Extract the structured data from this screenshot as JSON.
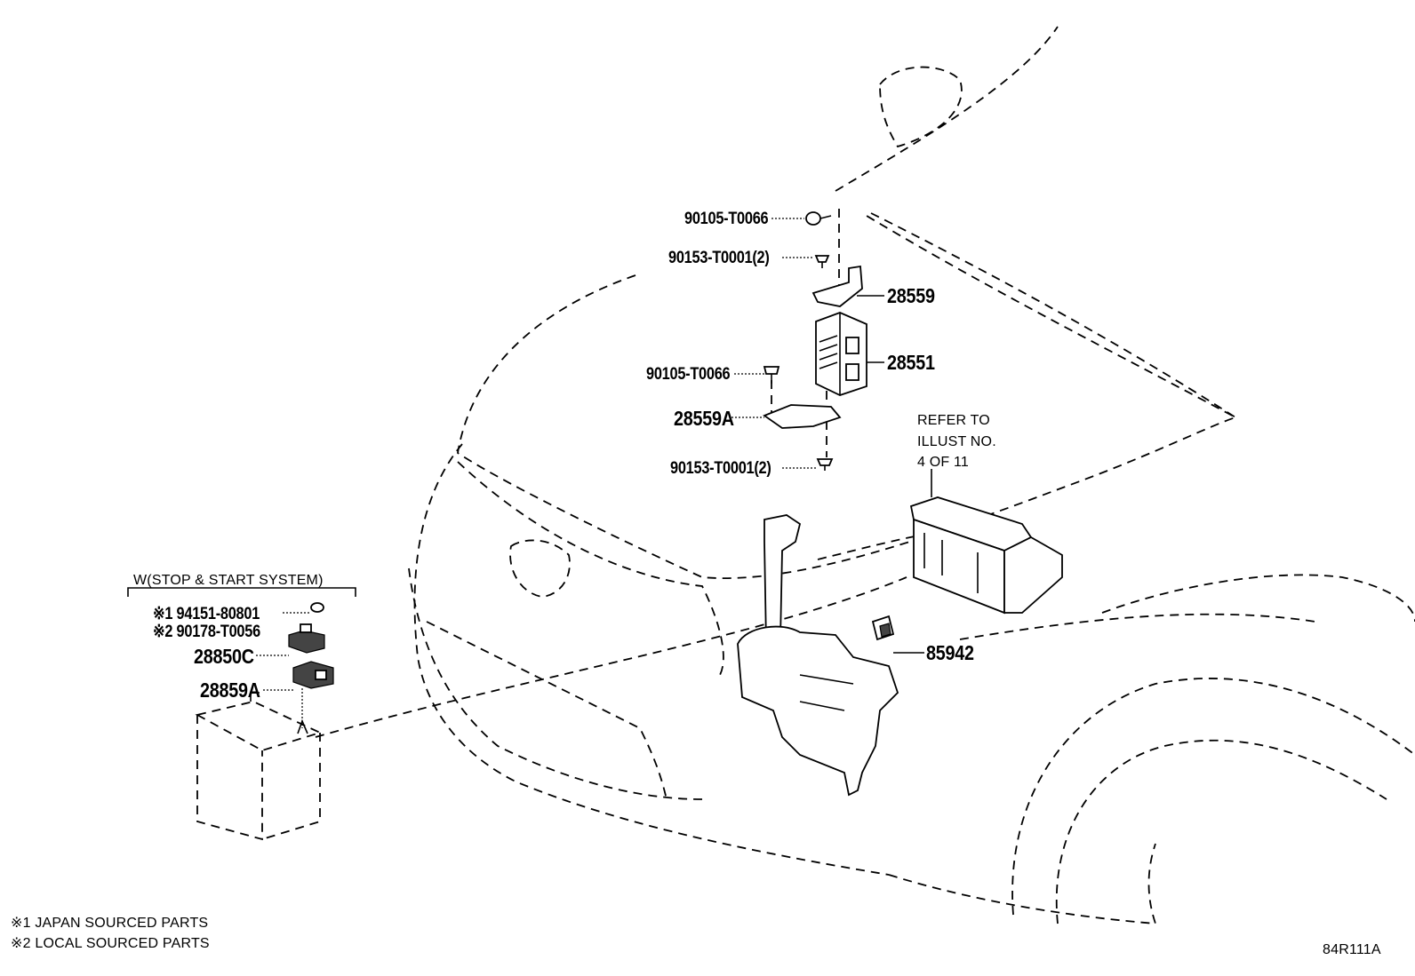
{
  "labels": {
    "p90105_top": "90105-T0066",
    "p90153_top": "90153-T0001(2)",
    "p28559": "28559",
    "p28551": "28551",
    "p90105_mid": "90105-T0066",
    "p28559A": "28559A",
    "p90153_bottom": "90153-T0001(2)",
    "refer_line1": "REFER TO",
    "refer_line2": "ILLUST NO.",
    "refer_line3": "4 OF 11",
    "p85942": "85942",
    "group_title": "W(STOP & START SYSTEM)",
    "p94151": "※1 94151-80801",
    "p90178": "※2 90178-T0056",
    "p28850C": "28850C",
    "p28859A": "28859A"
  },
  "notes": {
    "note1": "※1 JAPAN SOURCED PARTS",
    "note2": "※2 LOCAL SOURCED PARTS"
  },
  "illustration_code": "84R111A"
}
